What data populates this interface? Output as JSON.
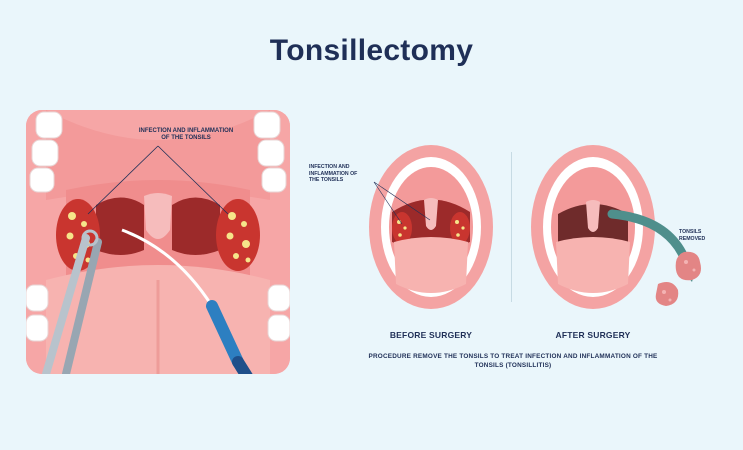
{
  "title": "Tonsillectomy",
  "left_panel": {
    "label": "INFECTION AND INFLAMMATION OF THE TONSILS"
  },
  "before": {
    "label": "INFECTION AND INFLAMMATION OF THE TONSILS",
    "caption": "BEFORE SURGERY"
  },
  "after": {
    "label": "TONSILS REMOVED",
    "caption": "AFTER SURGERY"
  },
  "procedure_text": "PROCEDURE REMOVE THE TONSILS TO TREAT INFECTION AND INFLAMMATION OF THE TONSILS (TONSILLITIS)",
  "colors": {
    "background": "#eaf6fb",
    "title": "#1f2f57",
    "gum": "#f6a6a6",
    "throat": "#9c2a2a",
    "tongue": "#f7b3b0",
    "tonsil": "#c9352f",
    "pus": "#f6e58a",
    "arrow": "#4f8f8c"
  },
  "icons": [
    "forceps-icon",
    "scalpel-icon",
    "arrow-icon"
  ]
}
